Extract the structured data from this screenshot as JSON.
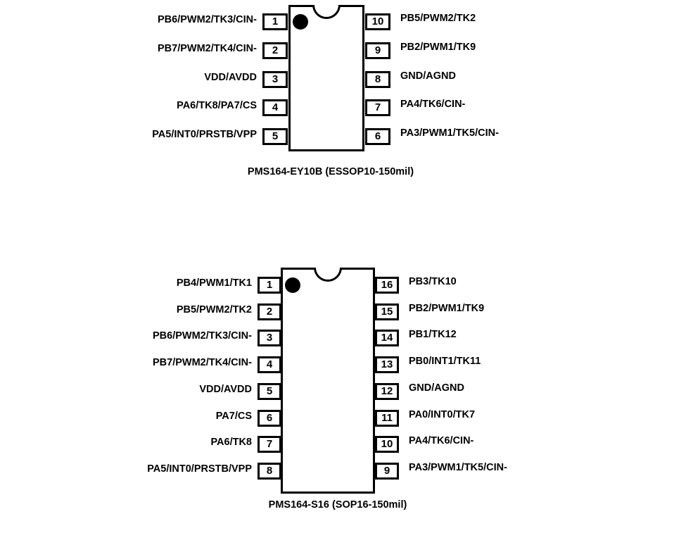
{
  "chips": [
    {
      "caption": "PMS164-EY10B  (ESSOP10-150mil)",
      "left_pins": [
        {
          "num": "1",
          "label": "PB6/PWM2/TK3/CIN-"
        },
        {
          "num": "2",
          "label": "PB7/PWM2/TK4/CIN-"
        },
        {
          "num": "3",
          "label": "VDD/AVDD"
        },
        {
          "num": "4",
          "label": "PA6/TK8/PA7/CS"
        },
        {
          "num": "5",
          "label": "PA5/INT0/PRSTB/VPP"
        }
      ],
      "right_pins": [
        {
          "num": "10",
          "label": "PB5/PWM2/TK2"
        },
        {
          "num": "9",
          "label": "PB2/PWM1/TK9"
        },
        {
          "num": "8",
          "label": "GND/AGND"
        },
        {
          "num": "7",
          "label": "PA4/TK6/CIN-"
        },
        {
          "num": "6",
          "label": "PA3/PWM1/TK5/CIN-"
        }
      ]
    },
    {
      "caption": "PMS164-S16 (SOP16-150mil)",
      "left_pins": [
        {
          "num": "1",
          "label": "PB4/PWM1/TK1"
        },
        {
          "num": "2",
          "label": "PB5/PWM2/TK2"
        },
        {
          "num": "3",
          "label": "PB6/PWM2/TK3/CIN-"
        },
        {
          "num": "4",
          "label": "PB7/PWM2/TK4/CIN-"
        },
        {
          "num": "5",
          "label": "VDD/AVDD"
        },
        {
          "num": "6",
          "label": "PA7/CS"
        },
        {
          "num": "7",
          "label": "PA6/TK8"
        },
        {
          "num": "8",
          "label": "PA5/INT0/PRSTB/VPP"
        }
      ],
      "right_pins": [
        {
          "num": "16",
          "label": "PB3/TK10"
        },
        {
          "num": "15",
          "label": "PB2/PWM1/TK9"
        },
        {
          "num": "14",
          "label": "PB1/TK12"
        },
        {
          "num": "13",
          "label": "PB0/INT1/TK11"
        },
        {
          "num": "12",
          "label": "GND/AGND"
        },
        {
          "num": "11",
          "label": "PA0/INT0/TK7"
        },
        {
          "num": "10",
          "label": "PA4/TK6/CIN-"
        },
        {
          "num": "9",
          "label": "PA3/PWM1/TK5/CIN-"
        }
      ]
    }
  ]
}
